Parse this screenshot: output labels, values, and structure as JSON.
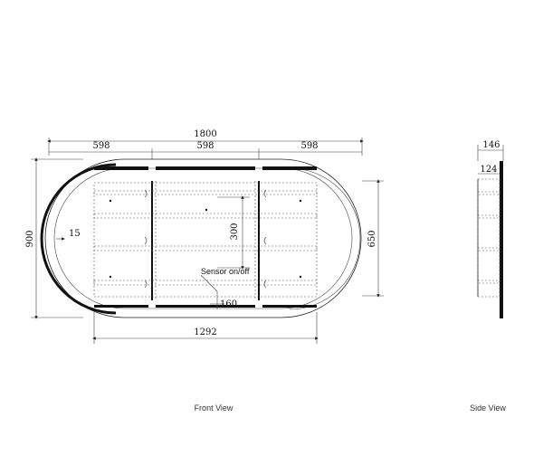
{
  "front_view": {
    "caption": "Front View",
    "dims": {
      "overall_width": "1800",
      "panel_left": "598",
      "panel_middle": "598",
      "panel_right": "598",
      "overall_height": "900",
      "shelf_height": "650",
      "shelf_width": "1292",
      "inner_height": "300",
      "edge_offset": "15",
      "sensor_offset": "160"
    },
    "sensor_label": "Sensor on/off"
  },
  "side_view": {
    "caption": "Side View",
    "dims": {
      "overall_depth": "146",
      "shelf_depth": "124"
    }
  }
}
